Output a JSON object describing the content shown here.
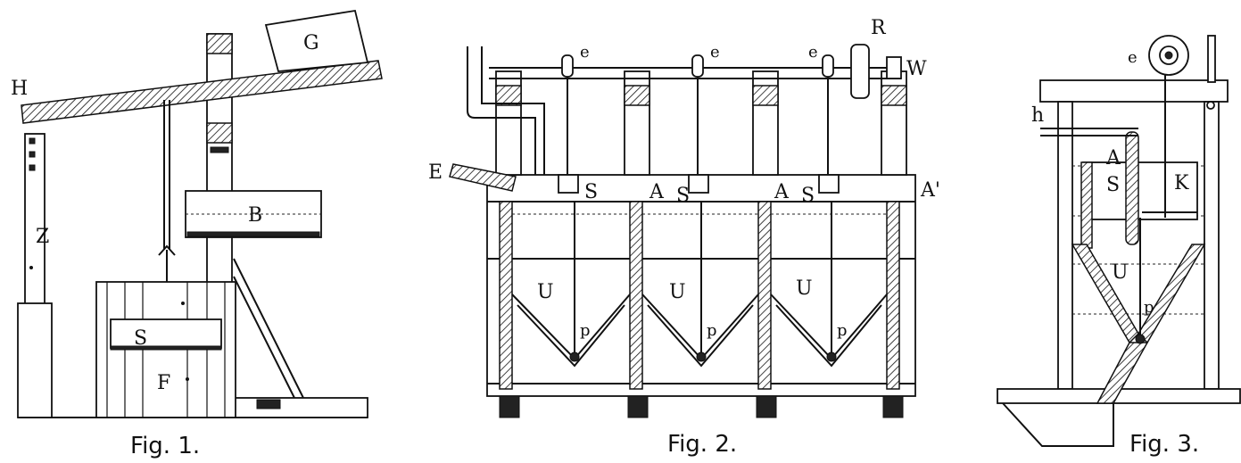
{
  "figures": [
    {
      "caption": "Fig. 1.",
      "labels": {
        "H": "H",
        "G": "G",
        "Z": "Z",
        "B": "B",
        "S": "S",
        "F": "F"
      }
    },
    {
      "caption": "Fig. 2.",
      "labels": {
        "e1": "e",
        "e2": "e",
        "e3": "e",
        "R": "R",
        "W": "W",
        "E": "E",
        "S1": "S",
        "A1": "A",
        "S2": "S",
        "A2": "A",
        "S3": "S",
        "A3": "A'",
        "U1": "U",
        "U2": "U",
        "U3": "U",
        "p1": "p",
        "p2": "p",
        "p3": "p"
      }
    },
    {
      "caption": "Fig. 3.",
      "labels": {
        "e": "e",
        "h": "h",
        "A": "A",
        "S": "S",
        "K": "K",
        "U": "U",
        "p": "p"
      }
    }
  ]
}
